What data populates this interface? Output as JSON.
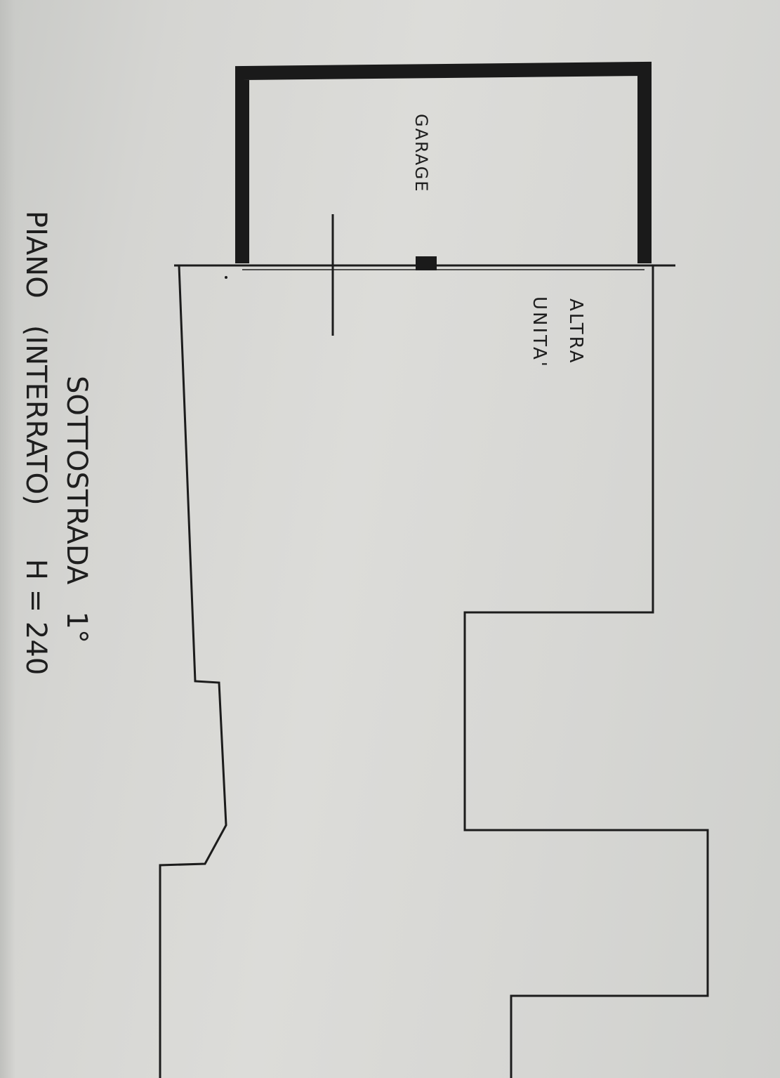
{
  "labels": {
    "garage": "GARAGE",
    "altra_line1": "ALTRA",
    "altra_line2": "UNITA'",
    "title_line1": "SOTTOSTRADA   1°",
    "title_line2": "PIANO   (INTERRATO)      H = 240"
  },
  "colors": {
    "paper": "#d8d8d5",
    "ink": "#1c1c1c"
  }
}
